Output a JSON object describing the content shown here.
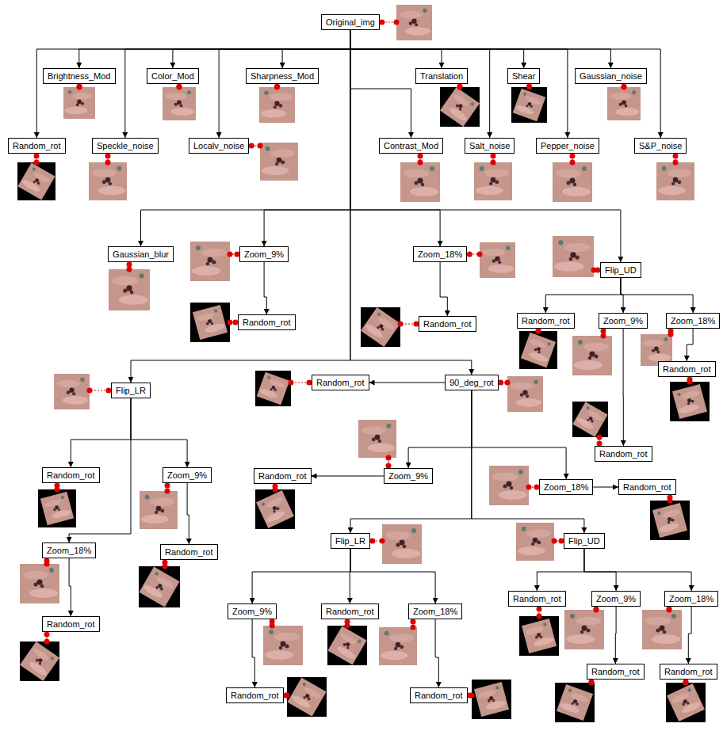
{
  "diagram": {
    "nodes": [
      {
        "text": [
          "Original_img"
        ]
      },
      {
        "text": [
          "Brightness_Mod"
        ]
      },
      {
        "text": [
          "Color_Mod"
        ]
      },
      {
        "text": [
          "Sharpness_Mod"
        ]
      },
      {
        "text": [
          "Translation"
        ]
      },
      {
        "text": [
          "Shear"
        ]
      },
      {
        "text": [
          "Gaussian_noise"
        ]
      },
      {
        "text": [
          "Random_rot"
        ]
      },
      {
        "text": [
          "Speckle_noise"
        ]
      },
      {
        "text": [
          "Localv_noise"
        ]
      },
      {
        "text": [
          "Contrast_Mod"
        ]
      },
      {
        "text": [
          "Salt_noise"
        ]
      },
      {
        "text": [
          "Pepper_noise"
        ]
      },
      {
        "text": [
          "S&P_noise"
        ]
      },
      {
        "text": [
          "Gaussian_blur"
        ]
      },
      {
        "text": [
          "Zoom_9%"
        ]
      },
      {
        "text": [
          "Zoom_18%"
        ]
      },
      {
        "text": [
          "Flip_UD"
        ]
      },
      {
        "text": [
          "Random_rot"
        ]
      },
      {
        "text": [
          "Random_rot"
        ]
      },
      {
        "text": [
          "Random_rot"
        ]
      },
      {
        "text": [
          "Zoom_9%"
        ]
      },
      {
        "text": [
          "Zoom_18%"
        ]
      },
      {
        "text": [
          "Random_rot"
        ]
      },
      {
        "text": [
          "90_deg_rot"
        ]
      },
      {
        "text": [
          "Random_rot"
        ]
      },
      {
        "text": [
          "Flip_LR"
        ]
      },
      {
        "text": [
          "Random_rot"
        ]
      },
      {
        "text": [
          "Random_rot"
        ]
      },
      {
        "text": [
          "Zoom_9%"
        ]
      },
      {
        "text": [
          "Zoom_9%"
        ]
      },
      {
        "text": [
          "Random_rot"
        ]
      },
      {
        "text": [
          "Zoom_18%"
        ]
      },
      {
        "text": [
          "Random_rot"
        ]
      },
      {
        "text": [
          "Flip_LR"
        ]
      },
      {
        "text": [
          "Flip_UD"
        ]
      },
      {
        "text": [
          "Zoom_18%"
        ]
      },
      {
        "text": [
          "Random_rot"
        ]
      },
      {
        "text": [
          "Random_rot"
        ]
      },
      {
        "text": [
          "Zoom_9%"
        ]
      },
      {
        "text": [
          "Zoom_18%"
        ]
      },
      {
        "text": [
          "Zoom_9%"
        ]
      },
      {
        "text": [
          "Random_rot"
        ]
      },
      {
        "text": [
          "Zoom_18%"
        ]
      },
      {
        "text": [
          "Random_rot"
        ]
      },
      {
        "text": [
          "Random_rot"
        ]
      },
      {
        "text": [
          "Random_rot"
        ]
      },
      {
        "text": [
          "Random_rot"
        ]
      },
      {
        "text": [
          "Random_rot"
        ]
      }
    ],
    "edges": [
      {
        "from": 0,
        "to": 1,
        "arrow": "to"
      },
      {
        "from": 0,
        "to": 2,
        "arrow": "to"
      },
      {
        "from": 0,
        "to": 3,
        "arrow": "to"
      },
      {
        "from": 0,
        "to": 4,
        "arrow": "to"
      },
      {
        "from": 0,
        "to": 5,
        "arrow": "to"
      },
      {
        "from": 0,
        "to": 6,
        "arrow": "to"
      },
      {
        "from": 0,
        "to": 7,
        "arrow": "to"
      },
      {
        "from": 0,
        "to": 8,
        "arrow": "to"
      },
      {
        "from": 0,
        "to": 9,
        "arrow": "to"
      },
      {
        "from": 0,
        "to": 10,
        "arrow": "to"
      },
      {
        "from": 0,
        "to": 11,
        "arrow": "to"
      },
      {
        "from": 0,
        "to": 12,
        "arrow": "to"
      },
      {
        "from": 0,
        "to": 13,
        "arrow": "to"
      },
      {
        "from": 0,
        "to": 14,
        "arrow": "to"
      },
      {
        "from": 0,
        "to": 15,
        "arrow": "to"
      },
      {
        "from": 0,
        "to": 16,
        "arrow": "to"
      },
      {
        "from": 0,
        "to": 17,
        "arrow": "to"
      },
      {
        "from": 15,
        "to": 18,
        "arrow": "to"
      },
      {
        "from": 16,
        "to": 19,
        "arrow": "to"
      },
      {
        "from": 17,
        "to": 20,
        "arrow": "to"
      },
      {
        "from": 17,
        "to": 21,
        "arrow": "to"
      },
      {
        "from": 17,
        "to": 22,
        "arrow": "to"
      },
      {
        "from": 22,
        "to": 23,
        "arrow": "to"
      },
      {
        "from": 0,
        "to": 24,
        "arrow": "to"
      },
      {
        "from": 24,
        "to": 25,
        "arrow": "to"
      },
      {
        "from": 0,
        "to": 26,
        "arrow": "to"
      },
      {
        "from": 21,
        "to": 27,
        "arrow": "to"
      },
      {
        "from": 26,
        "to": 28,
        "arrow": "to"
      },
      {
        "from": 26,
        "to": 29,
        "arrow": "to"
      },
      {
        "from": 24,
        "to": 30,
        "arrow": "to"
      },
      {
        "from": 30,
        "to": 31,
        "arrow": "to"
      },
      {
        "from": 24,
        "to": 32,
        "arrow": "to"
      },
      {
        "from": 32,
        "to": 33,
        "arrow": "to"
      },
      {
        "from": 24,
        "to": 34,
        "arrow": "to"
      },
      {
        "from": 24,
        "to": 35,
        "arrow": "to"
      },
      {
        "from": 26,
        "to": 36,
        "arrow": "to"
      },
      {
        "from": 29,
        "to": 37,
        "arrow": "to"
      },
      {
        "from": 35,
        "to": 38,
        "arrow": "to"
      },
      {
        "from": 35,
        "to": 39,
        "arrow": "to"
      },
      {
        "from": 35,
        "to": 40,
        "arrow": "to"
      },
      {
        "from": 34,
        "to": 41,
        "arrow": "to"
      },
      {
        "from": 34,
        "to": 42,
        "arrow": "to"
      },
      {
        "from": 34,
        "to": 43,
        "arrow": "to"
      },
      {
        "from": 36,
        "to": 44,
        "arrow": "to"
      },
      {
        "from": 39,
        "to": 45,
        "arrow": "to"
      },
      {
        "from": 40,
        "to": 46,
        "arrow": "to"
      },
      {
        "from": 41,
        "to": 47,
        "arrow": "to"
      },
      {
        "from": 43,
        "to": 48,
        "arrow": "to"
      }
    ]
  }
}
